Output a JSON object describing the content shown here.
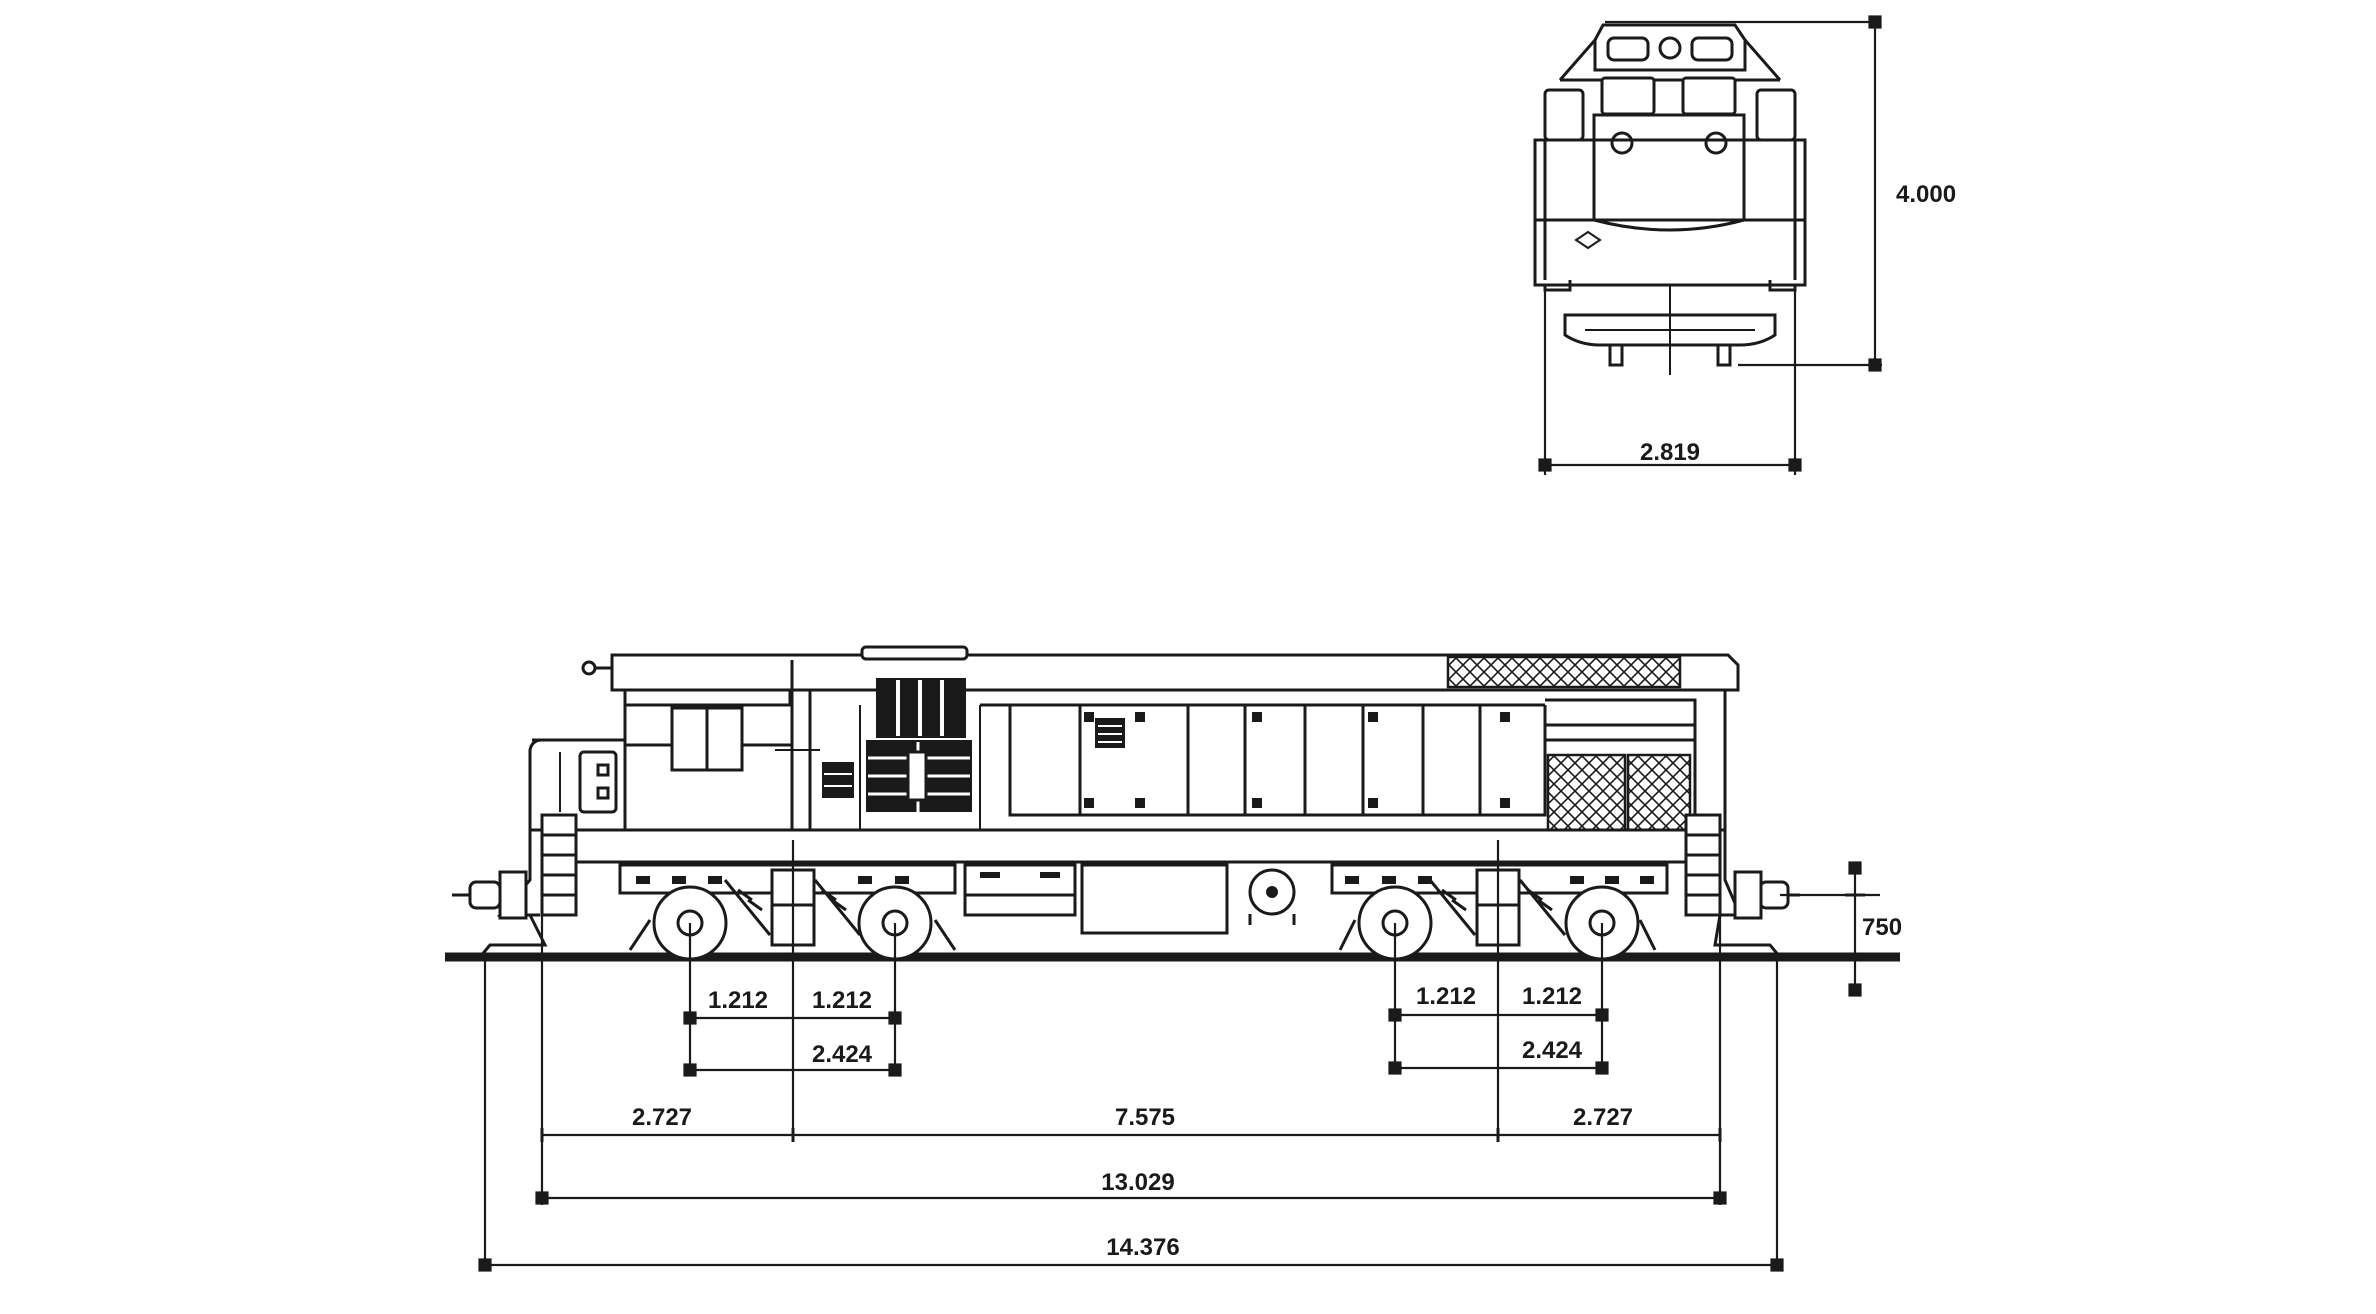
{
  "front_view": {
    "height": "4.000",
    "width": "2.819"
  },
  "side_view": {
    "wheel_height": "750",
    "bogie_a": {
      "axle_1": "1.212",
      "axle_2": "1.212",
      "wheelbase": "2.424"
    },
    "bogie_b": {
      "axle_1": "1.212",
      "axle_2": "1.212",
      "wheelbase": "2.424"
    },
    "overhang_front": "2.727",
    "bogie_centers": "7.575",
    "overhang_rear": "2.727",
    "length_over_frame": "13.029",
    "length_over_couplers": "14.376"
  }
}
